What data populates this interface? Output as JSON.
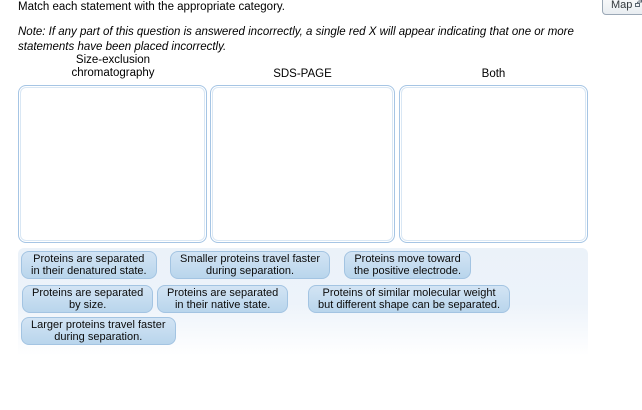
{
  "instructions": {
    "title": "Match each statement with the appropriate category.",
    "note": "Note: If any part of this question is answered incorrectly, a single red X will appear indicating that one or more statements have been placed incorrectly."
  },
  "toolbar": {
    "map_button_label": "Map",
    "map_button_icon": "sitemap-icon"
  },
  "categories": [
    {
      "label": "Size-exclusion chromatography"
    },
    {
      "label": "SDS-PAGE"
    },
    {
      "label": "Both"
    }
  ],
  "statements": [
    {
      "line1": "Proteins are separated",
      "line2": "in their denatured state."
    },
    {
      "line1": "Smaller proteins travel faster",
      "line2": "during separation."
    },
    {
      "line1": "Proteins move toward",
      "line2": "the positive electrode."
    },
    {
      "line1": "Proteins are separated",
      "line2": "by size."
    },
    {
      "line1": "Proteins are separated",
      "line2": "in their native state."
    },
    {
      "line1": "Proteins of similar molecular weight",
      "line2": "but different shape can be separated."
    },
    {
      "line1": "Larger proteins travel faster",
      "line2": "during separation."
    }
  ],
  "colors": {
    "chip_bg_top": "#d3e4f4",
    "chip_bg_bottom": "#b9d5ec",
    "chip_border": "#a3c4e2",
    "dropzone_border": "#a6c5e4",
    "panel_bg": "#ebf2f9",
    "text": "#000000"
  }
}
